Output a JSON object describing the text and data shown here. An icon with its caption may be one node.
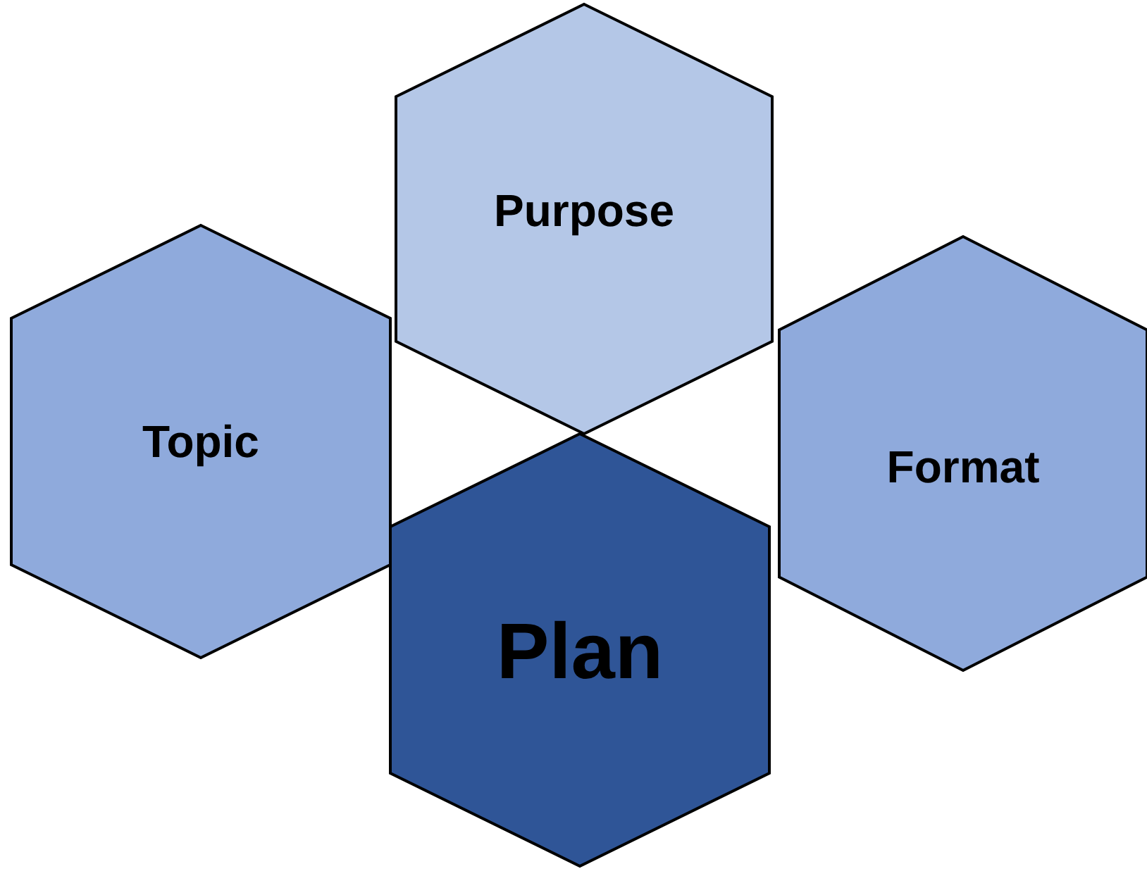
{
  "diagram": {
    "nodes": [
      {
        "text": [
          "Purpose"
        ]
      },
      {
        "text": [
          "Topic"
        ]
      },
      {
        "text": [
          "Format"
        ]
      },
      {
        "text": [
          "Plan"
        ]
      }
    ]
  }
}
